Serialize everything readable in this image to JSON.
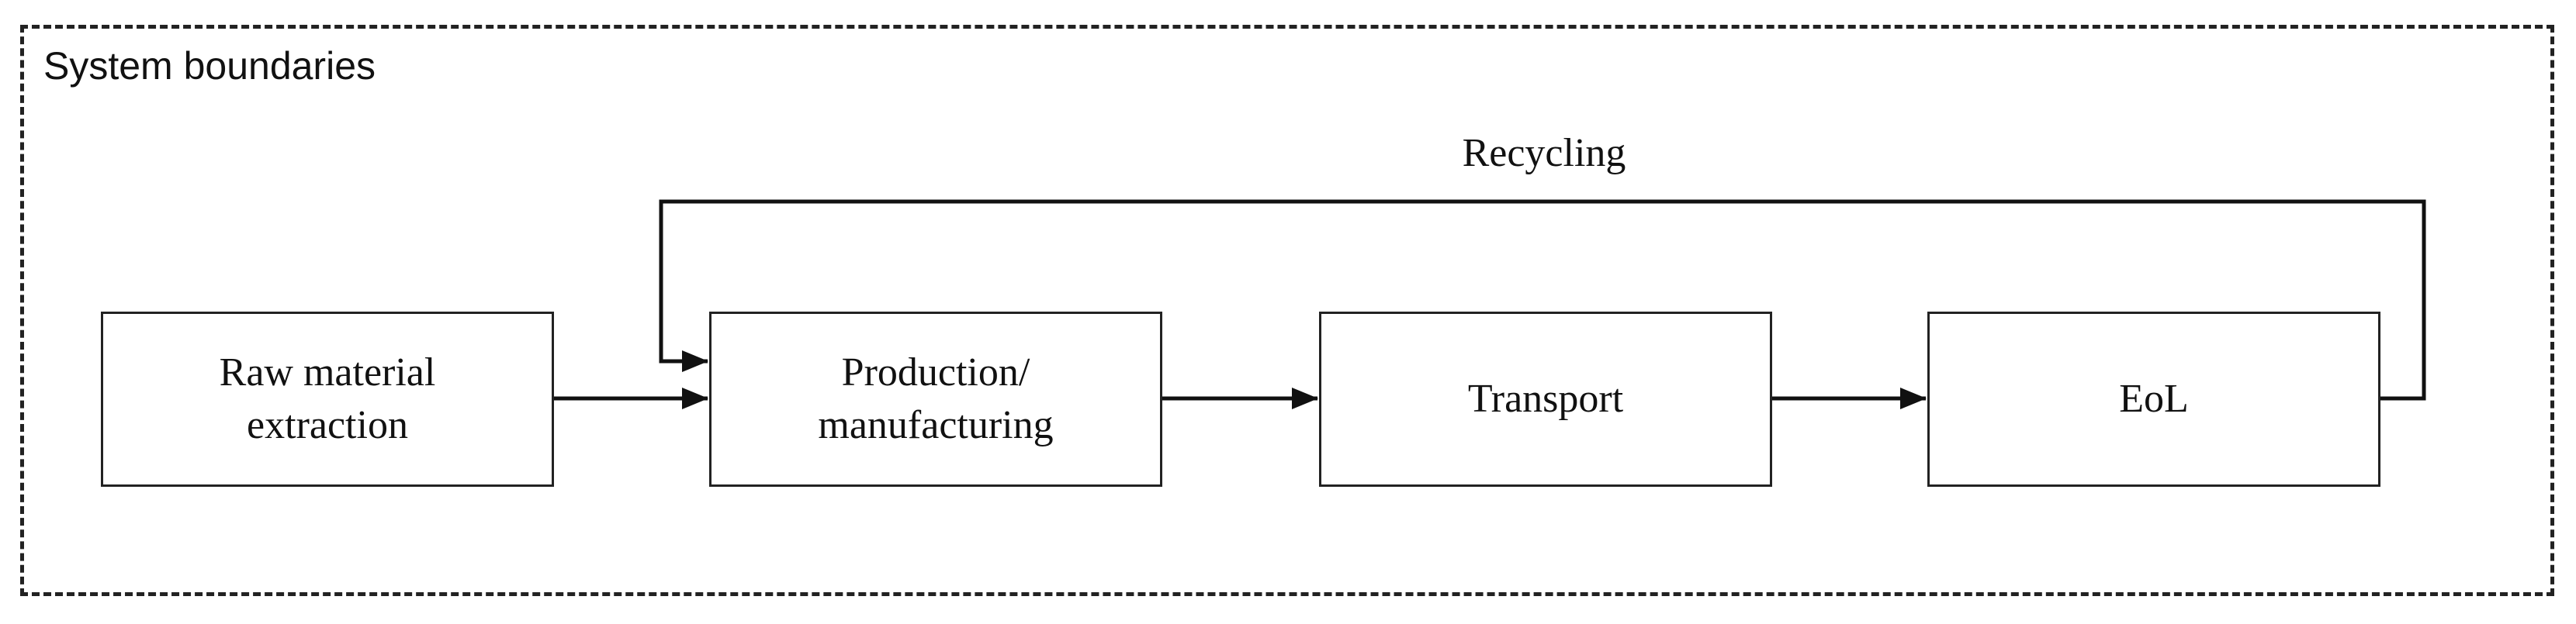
{
  "boundary": {
    "title": "System boundaries"
  },
  "stages": [
    {
      "line1": "Raw material",
      "line2": "extraction"
    },
    {
      "line1": "Production/",
      "line2": "manufacturing"
    },
    {
      "line1": "Transport",
      "line2": ""
    },
    {
      "line1": "EoL",
      "line2": ""
    }
  ],
  "loop": {
    "label": "Recycling"
  }
}
